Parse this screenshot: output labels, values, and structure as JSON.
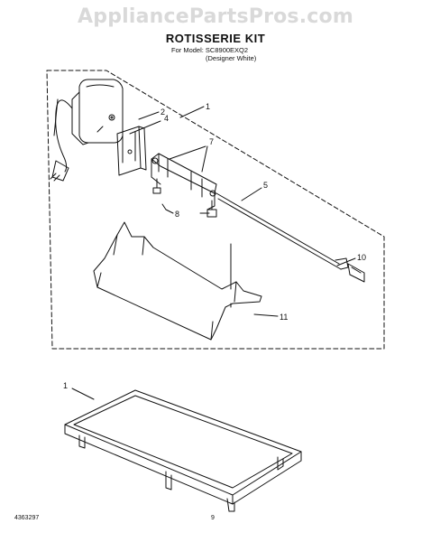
{
  "header": {
    "watermark": "AppliancePartsPros.com",
    "title": "ROTISSERIE KIT",
    "model_line": "For Model: SC8900EXQ2",
    "variant_line": "(Designer White)"
  },
  "callouts": {
    "c1_top": "1",
    "c2": "2",
    "c4": "4",
    "c7": "7",
    "c5": "5",
    "c8": "8",
    "c10": "10",
    "c11": "11",
    "c1_bottom": "1"
  },
  "footer": {
    "doc_number": "4363297",
    "page_number": "9"
  }
}
